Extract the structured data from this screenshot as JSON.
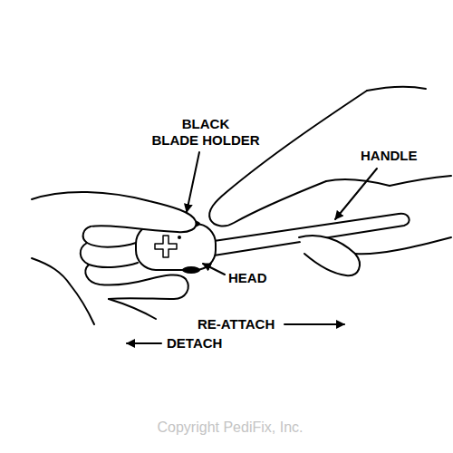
{
  "diagram": {
    "labels": [
      "BLACK BLADE HOLDER",
      "HANDLE",
      "HEAD",
      "RE-ATTACH",
      "DETACH",
      "Copyright PediFix, Inc."
    ]
  }
}
